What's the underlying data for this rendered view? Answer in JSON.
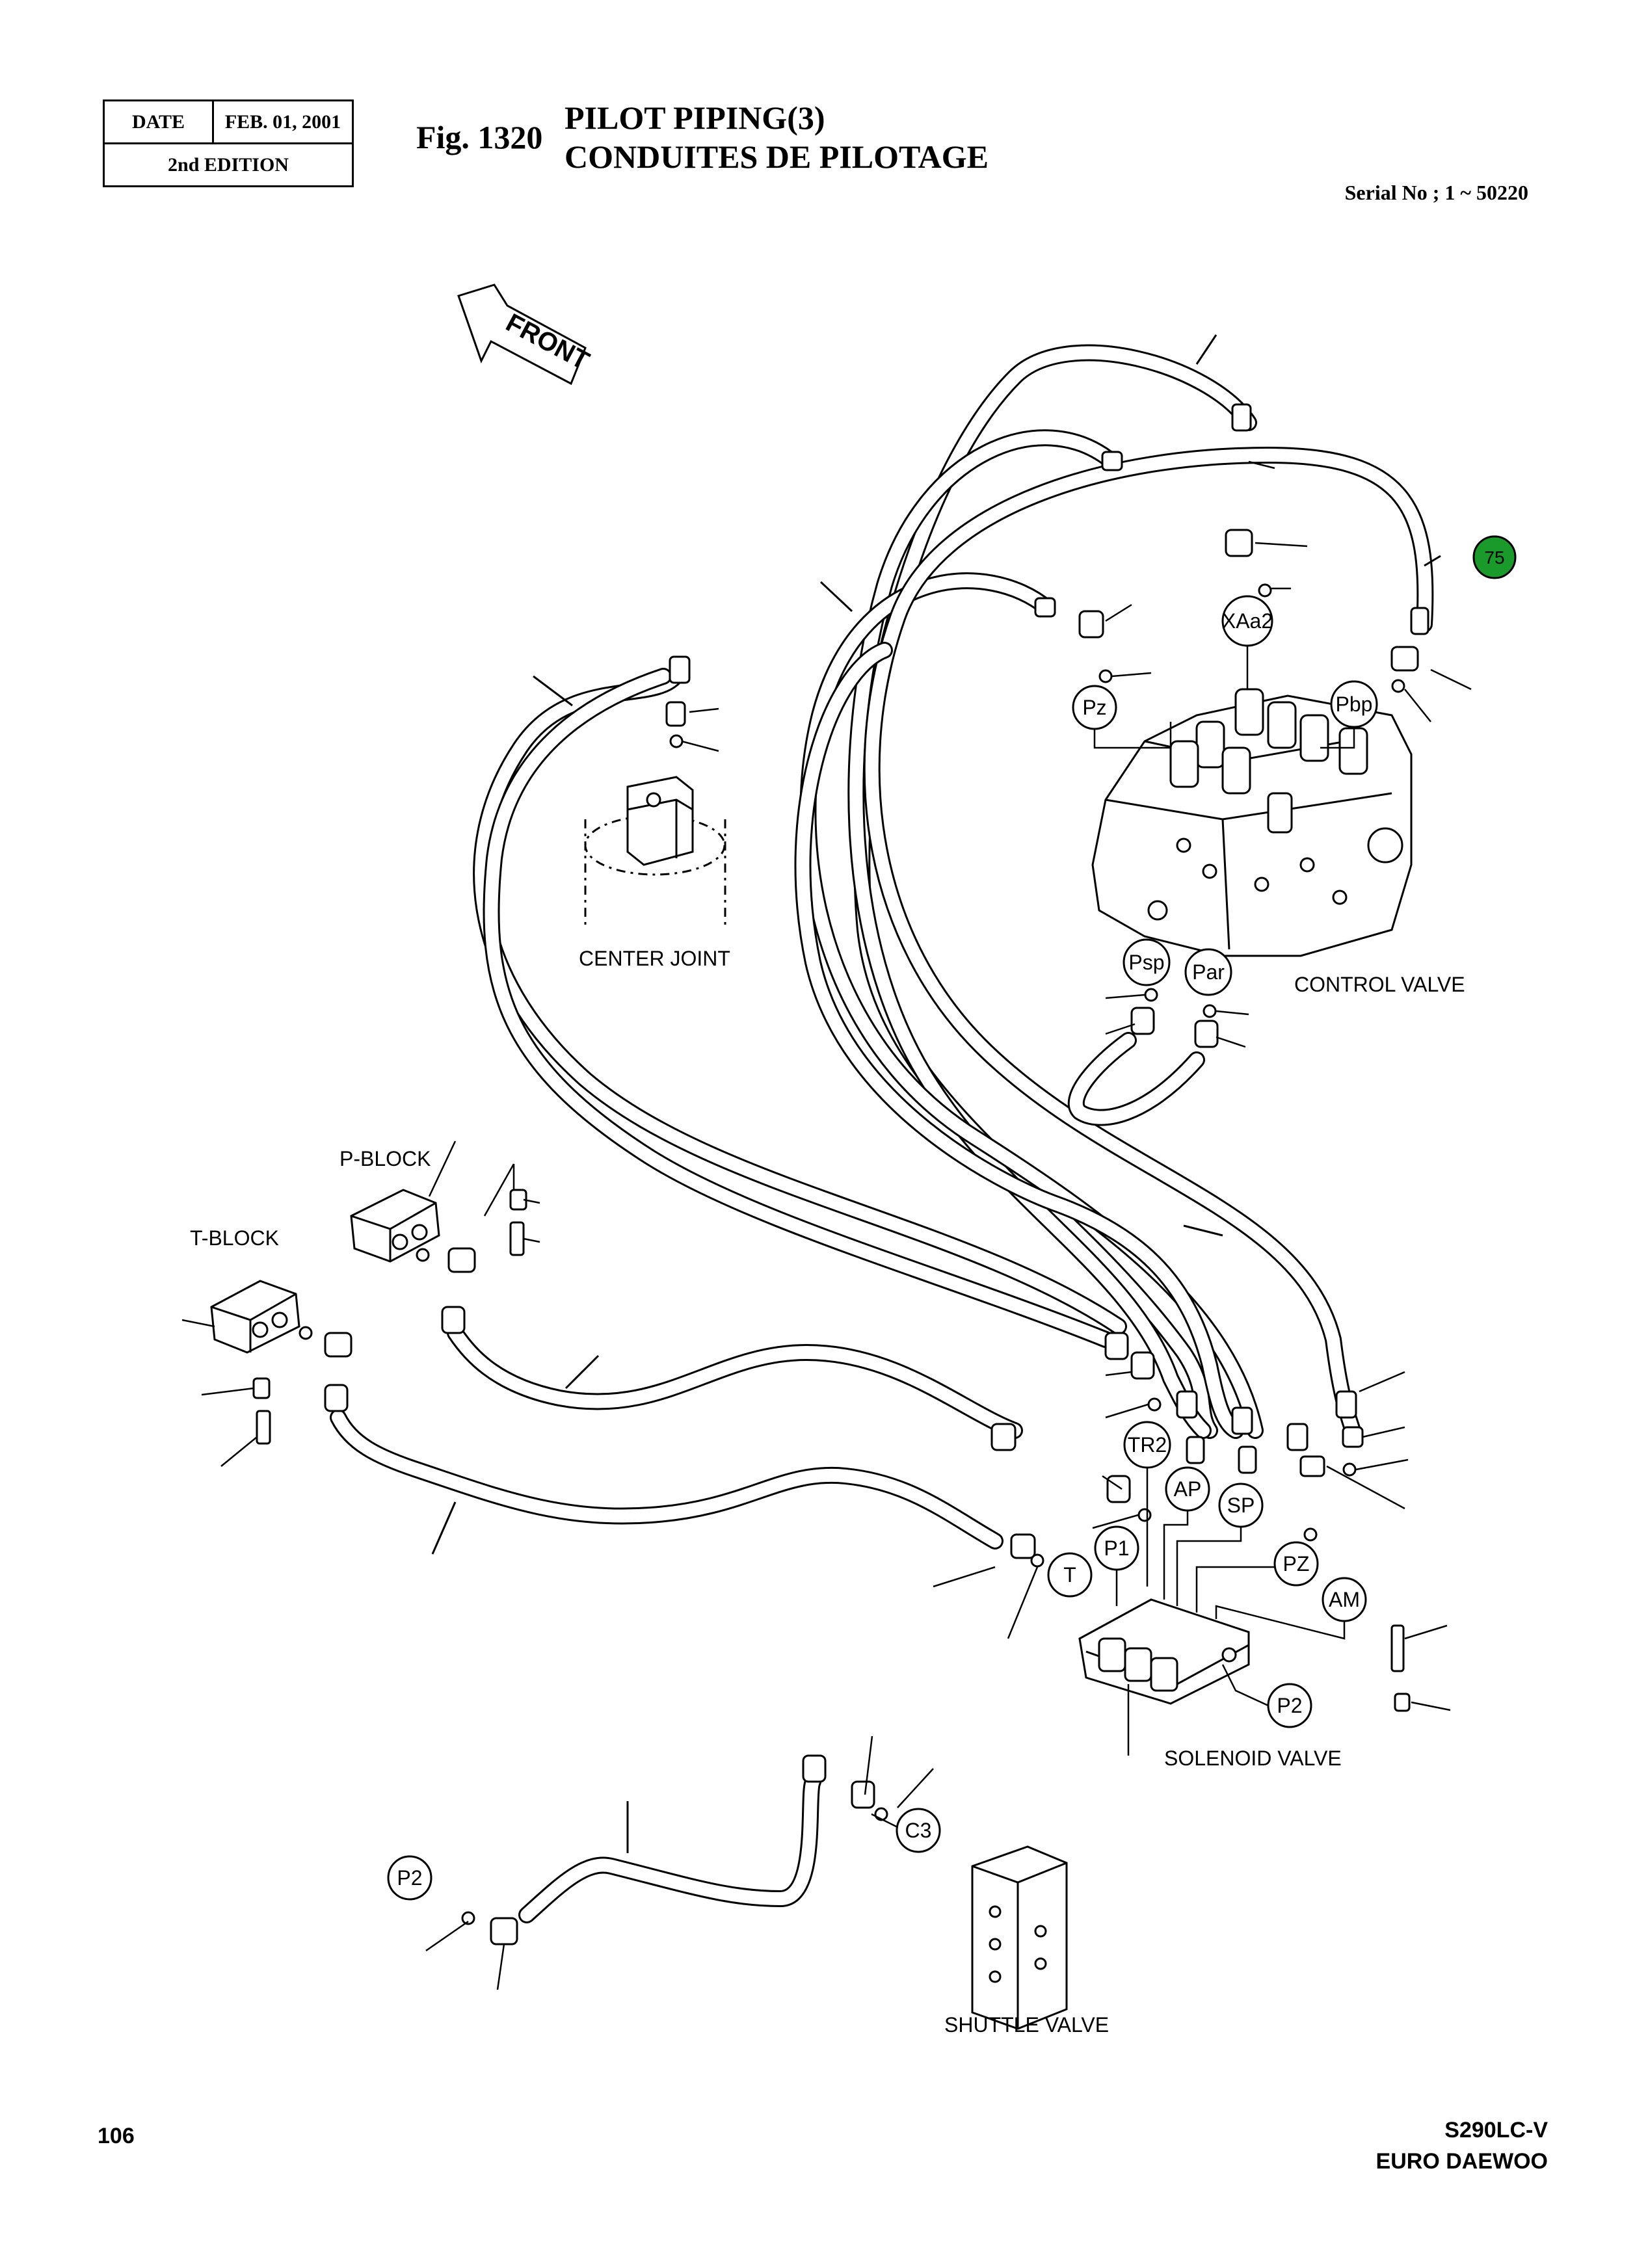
{
  "header": {
    "date_label": "DATE",
    "date_value": "FEB. 01, 2001",
    "edition": "2nd EDITION",
    "fig_label": "Fig. 1320",
    "title_en": "PILOT PIPING(3)",
    "title_fr": "CONDUITES DE PILOTAGE",
    "serial": "Serial No ; 1 ~ 50220"
  },
  "diagram": {
    "front_arrow": "FRONT",
    "components": {
      "center_joint": "CENTER JOINT",
      "control_valve": "CONTROL VALVE",
      "p_block": "P-BLOCK",
      "t_block": "T-BLOCK",
      "solenoid_valve": "SOLENOID VALVE",
      "shuttle_valve": "SHUTTLE VALVE"
    },
    "ports": {
      "xaa2": "XAa2",
      "pz": "Pz",
      "pbp": "Pbp",
      "psp": "Psp",
      "par": "Par",
      "tr2": "TR2",
      "ap": "AP",
      "sp": "SP",
      "p1": "P1",
      "t": "T",
      "pz_upper": "PZ",
      "am": "AM",
      "p2_solenoid": "P2",
      "c3": "C3",
      "p2_shuttle": "P2"
    },
    "callout_75": {
      "text": "75",
      "color": "#1a9a2a"
    }
  },
  "footer": {
    "page": "106",
    "model_line1": "S290LC-V",
    "model_line2": "EURO DAEWOO"
  }
}
